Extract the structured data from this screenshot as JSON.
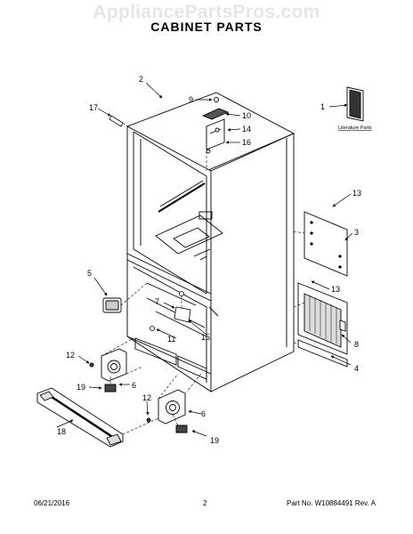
{
  "header": {
    "watermark": "AppliancePartsPros.com",
    "title": "CABINET PARTS"
  },
  "diagram": {
    "literature_label": "Literature Parts",
    "callouts": {
      "c1": "1",
      "c2": "2",
      "c3": "3",
      "c4": "4",
      "c5": "5",
      "c6a": "6",
      "c6b": "6",
      "c7": "7",
      "c8": "8",
      "c9": "9",
      "c10": "10",
      "c11": "11",
      "c12a": "12",
      "c12b": "12",
      "c13a": "13",
      "c13b": "13",
      "c14": "14",
      "c15": "15",
      "c16": "16",
      "c17": "17",
      "c18": "18",
      "c19a": "19",
      "c19b": "19"
    }
  },
  "footer": {
    "date": "06/21/2016",
    "page": "2",
    "part_no": "Part No. W10884491  Rev. A"
  }
}
